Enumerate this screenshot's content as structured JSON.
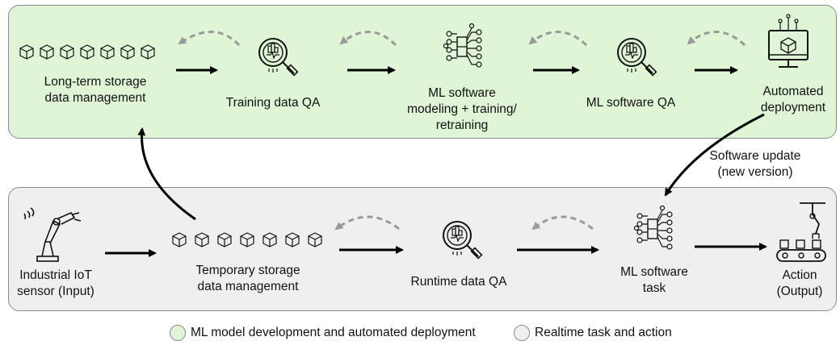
{
  "panels": {
    "top_color": "#dff5d6",
    "bottom_color": "#efefef"
  },
  "top_row": {
    "storage_line1": "Long-term storage",
    "storage_line2": "data management",
    "training_qa": "Training data QA",
    "ml_model_line1": "ML software",
    "ml_model_line2": "modeling + training/",
    "ml_model_line3": "retraining",
    "ml_qa": "ML software QA",
    "deploy_line1": "Automated",
    "deploy_line2": "deployment"
  },
  "update": {
    "line1": "Software update",
    "line2": "(new version)"
  },
  "bottom_row": {
    "sensor_line1": "Industrial IoT",
    "sensor_line2": "sensor (Input)",
    "temp_line1": "Temporary storage",
    "temp_line2": "data management",
    "runtime_qa": "Runtime data QA",
    "task_line1": "ML software",
    "task_line2": "task",
    "action_line1": "Action",
    "action_line2": "(Output)"
  },
  "legend": {
    "green": "ML model development and automated deployment",
    "gray": "Realtime task and action"
  },
  "icons": [
    "cube-icon",
    "magnifier-chart-icon",
    "neural-network-icon",
    "monitor-cube-icon",
    "robot-arm-icon",
    "conveyor-icon"
  ]
}
